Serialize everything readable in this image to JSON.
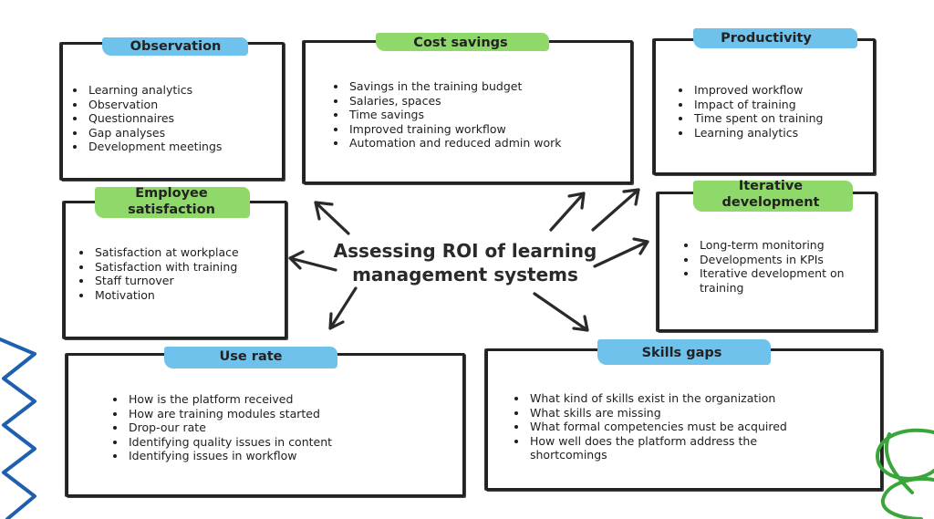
{
  "center_title": "Assessing ROI of learning management systems",
  "colors": {
    "green_brush": "#8fd86a",
    "blue_brush": "#6ec2ec",
    "deco_blue": "#1f5fb0",
    "deco_green": "#3aa63a",
    "ink": "#222222"
  },
  "boxes": {
    "observation": {
      "title": "Observation",
      "items": [
        "Learning analytics",
        "Observation",
        "Questionnaires",
        "Gap analyses",
        "Development meetings"
      ]
    },
    "cost_savings": {
      "title": "Cost savings",
      "items": [
        "Savings in the training budget",
        "Salaries, spaces",
        "Time savings",
        "Improved training workflow",
        "Automation and reduced admin work"
      ]
    },
    "productivity": {
      "title": "Productivity",
      "items": [
        "Improved workflow",
        "Impact of training",
        "Time spent on training",
        "Learning analytics"
      ]
    },
    "employee_satisfaction": {
      "title_line1": "Employee",
      "title_line2": "satisfaction",
      "items": [
        "Satisfaction at workplace",
        "Satisfaction with training",
        "Staff turnover",
        "Motivation"
      ]
    },
    "iterative_development": {
      "title_line1": "Iterative",
      "title_line2": "development",
      "items": [
        "Long-term monitoring",
        "Developments in KPIs",
        "Iterative development on training"
      ]
    },
    "use_rate": {
      "title": "Use rate",
      "items": [
        "How is the platform received",
        "How are training modules started",
        "Drop-our rate",
        "Identifying quality issues in content",
        "Identifying issues in workflow"
      ]
    },
    "skills_gaps": {
      "title": "Skills gaps",
      "items": [
        "What kind of skills exist in the organization",
        "What skills are missing",
        "What formal competencies must be acquired",
        "How well does the platform address the shortcomings"
      ]
    }
  }
}
